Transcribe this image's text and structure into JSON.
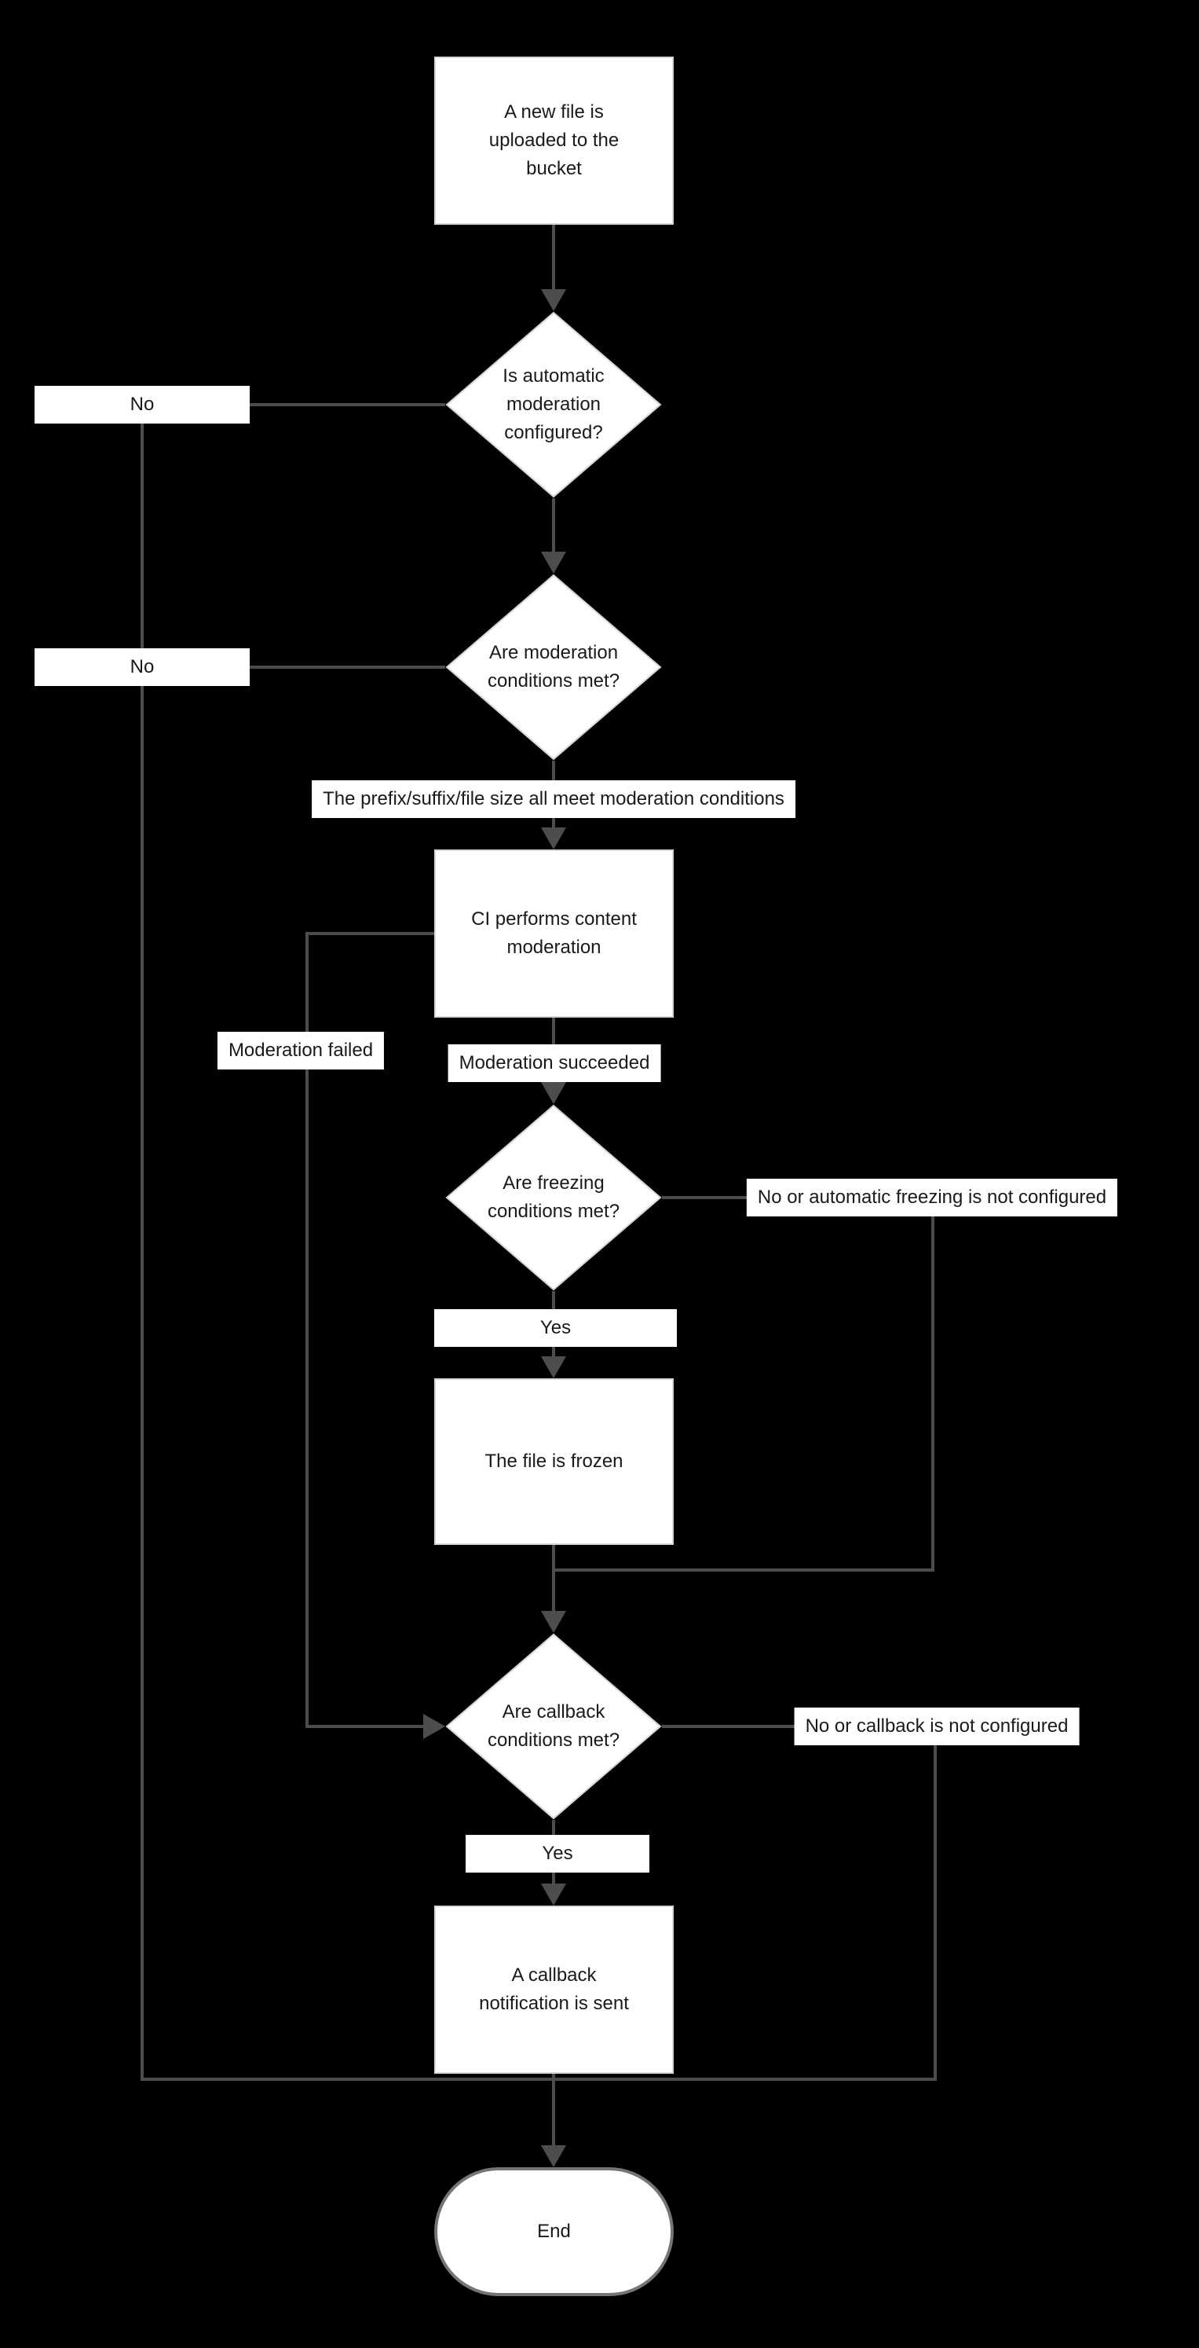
{
  "flowchart": {
    "nodes": {
      "start": "A new file is uploaded to the bucket",
      "auto_moderation_decision": "Is automatic moderation configured?",
      "moderation_conditions_decision": "Are moderation conditions met?",
      "ci_moderation": "CI performs content moderation",
      "freezing_conditions_decision": "Are freezing conditions met?",
      "file_frozen": "The file is frozen",
      "callback_conditions_decision": "Are callback conditions met?",
      "callback_sent": "A callback notification is sent",
      "end": "End"
    },
    "edge_labels": {
      "auto_moderation_no": "No",
      "moderation_conditions_no": "No",
      "moderation_conditions_yes": "The prefix/suffix/file size all meet moderation conditions",
      "moderation_failed": "Moderation failed",
      "moderation_succeeded": "Moderation succeeded",
      "freezing_no": "No or automatic freezing is not configured",
      "freezing_yes": "Yes",
      "callback_no": "No or callback is not configured",
      "callback_yes": "Yes"
    },
    "colors": {
      "background": "#000000",
      "node_fill": "#ffffff",
      "node_border": "#d6d6d6",
      "end_node_border": "#757575",
      "connector": "#4d4d4d",
      "text": "#1a1a1a"
    }
  }
}
